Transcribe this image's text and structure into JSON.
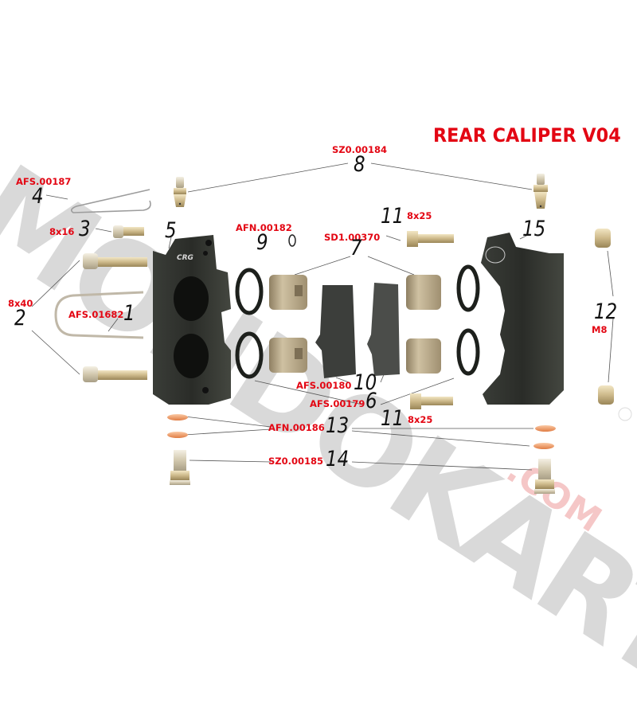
{
  "diagram": {
    "title": "REAR CALIPER V04",
    "type": "exploded-parts-diagram",
    "watermark": {
      "text": "MONDOKART",
      "suffix": ".COM",
      "registered": "R"
    },
    "colors": {
      "code_red": "#e30613",
      "number_black": "#111111",
      "caliper_body": "#2e302c",
      "piston_bronze": "#b8a888",
      "washer_copper": "#f0a070",
      "fitting_brass": "#d9c89a",
      "watermark_gray": "#d9d9d9"
    },
    "parts": [
      {
        "number": "1",
        "code": "AFS.01682",
        "description": "pad retaining pin (U-shaped)"
      },
      {
        "number": "2",
        "code": "8x40",
        "description": "caliper bolt"
      },
      {
        "number": "3",
        "code": "8x16",
        "description": "bolt"
      },
      {
        "number": "4",
        "code": "AFS.00187",
        "description": "spring clip"
      },
      {
        "number": "5",
        "code": "",
        "description": "caliper half (left)"
      },
      {
        "number": "6",
        "code": "AFS.00179",
        "description": "piston seal"
      },
      {
        "number": "7",
        "code": "SD1.00370",
        "description": "piston"
      },
      {
        "number": "8",
        "code": "SZ0.00184",
        "description": "bleed screw"
      },
      {
        "number": "9",
        "code": "AFN.00182",
        "description": "O-ring"
      },
      {
        "number": "10",
        "code": "AFS.00180",
        "description": "brake pads"
      },
      {
        "number": "11",
        "code": "8x25",
        "description": "bolt (upper)"
      },
      {
        "number": "11",
        "code": "8x25",
        "description": "bolt (lower)"
      },
      {
        "number": "12",
        "code": "M8",
        "description": "nut"
      },
      {
        "number": "13",
        "code": "AFN.00186",
        "description": "copper washer"
      },
      {
        "number": "14",
        "code": "SZ0.00185",
        "description": "banjo bolt"
      },
      {
        "number": "15",
        "code": "",
        "description": "caliper half (right)"
      }
    ]
  },
  "labels": {
    "p1_code": "AFS.01682",
    "p1_num": "1",
    "p2_code": "8x40",
    "p2_num": "2",
    "p3_code": "8x16",
    "p3_num": "3",
    "p4_code": "AFS.00187",
    "p4_num": "4",
    "p5_num": "5",
    "p6_code": "AFS.00179",
    "p6_num": "6",
    "p7_code": "SD1.00370",
    "p7_num": "7",
    "p8_code": "SZ0.00184",
    "p8_num": "8",
    "p9_code": "AFN.00182",
    "p9_num": "9",
    "p9_glyph": "-0",
    "p10_code": "AFS.00180",
    "p10_num": "10",
    "p11a_code": "8x25",
    "p11a_num": "11",
    "p11b_code": "8x25",
    "p11b_num": "11",
    "p12_code": "M8",
    "p12_num": "12",
    "p13_code": "AFN.00186",
    "p13_num": "13",
    "p14_code": "SZ0.00185",
    "p14_num": "14",
    "p15_num": "15"
  }
}
